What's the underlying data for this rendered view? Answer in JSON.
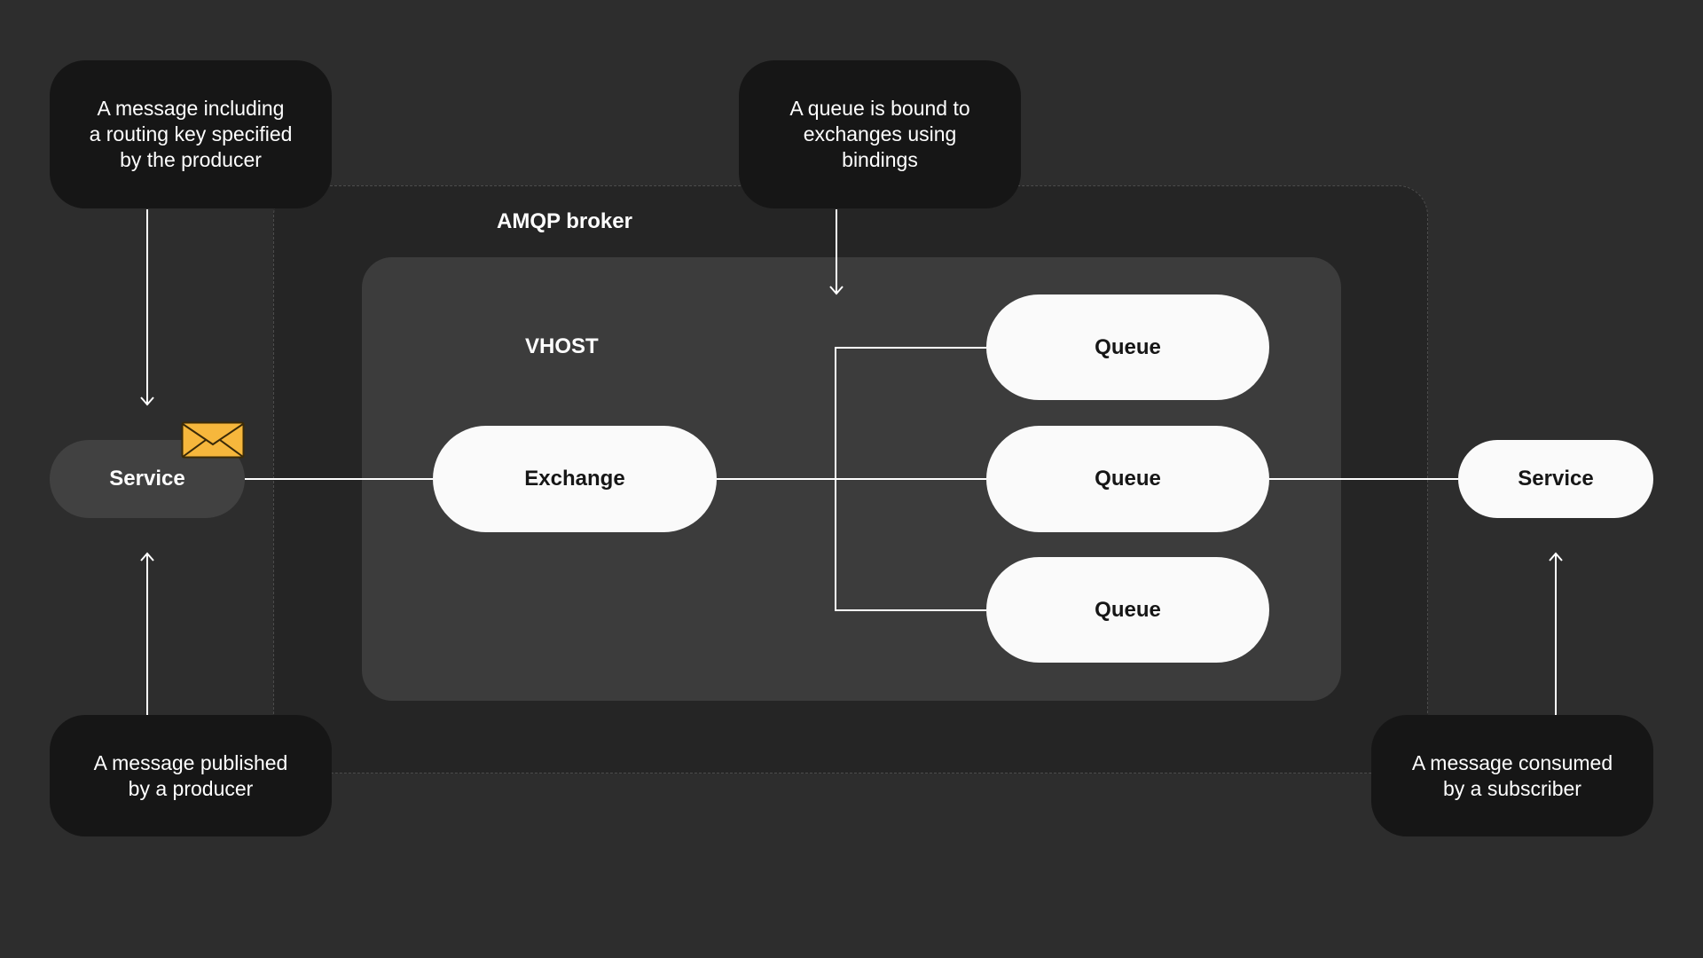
{
  "diagram": {
    "broker_label": "AMQP broker",
    "vhost_label": "VHOST",
    "exchange_label": "Exchange",
    "queues": [
      {
        "label": "Queue"
      },
      {
        "label": "Queue"
      },
      {
        "label": "Queue"
      }
    ],
    "producer_service_label": "Service",
    "consumer_service_label": "Service",
    "notes": {
      "routing_key": "A message including\na routing key specified\nby the producer",
      "bindings": "A queue is bound to\nexchanges using\nbindings",
      "published": "A message published\nby a producer",
      "consumed": "A message consumed\nby a subscriber"
    },
    "colors": {
      "background": "#2d2d2d",
      "broker": "#252525",
      "vhost": "#3c3c3c",
      "note": "#161616",
      "pill": "#fafafa",
      "envelope": "#f6b73c"
    },
    "icons": [
      "envelope-icon"
    ]
  }
}
